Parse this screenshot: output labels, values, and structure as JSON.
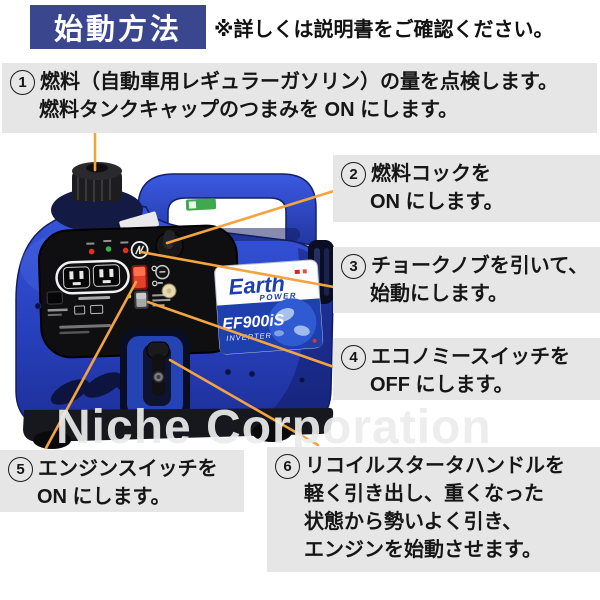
{
  "header": {
    "title": "始動方法",
    "note": "※詳しくは説明書をご確認ください。"
  },
  "steps": [
    {
      "num": "1",
      "lines": [
        "燃料（自動車用レギュラーガソリン）の量を点検します。",
        "燃料タンクキャップのつまみを ON にします。"
      ]
    },
    {
      "num": "2",
      "lines": [
        "燃料コックを",
        "ON にします。"
      ]
    },
    {
      "num": "3",
      "lines": [
        "チョークノブを引いて、",
        "始動にします。"
      ]
    },
    {
      "num": "4",
      "lines": [
        "エコノミースイッチを",
        "OFF にします。"
      ]
    },
    {
      "num": "5",
      "lines": [
        "エンジンスイッチを",
        "ON にします。"
      ]
    },
    {
      "num": "6",
      "lines": [
        "リコイルスタータハンドルを",
        "軽く引き出し、重くなった",
        "状態から勢いよく引き、",
        "エンジンを始動させます。"
      ]
    }
  ],
  "generator": {
    "brand": "Earth",
    "brand_sub": "POWER",
    "model": "EF900iS",
    "model_sub": "INVERTER"
  },
  "watermark": "Niche Corporation",
  "colors": {
    "header_bg": "#3a478f",
    "step_bg": "#e6e6e6",
    "callout_orange": "#f3a440",
    "body_blue": "#2b46c8",
    "sticker_blue": "#1e3fae",
    "engine_switch_red": "#e3402c"
  }
}
